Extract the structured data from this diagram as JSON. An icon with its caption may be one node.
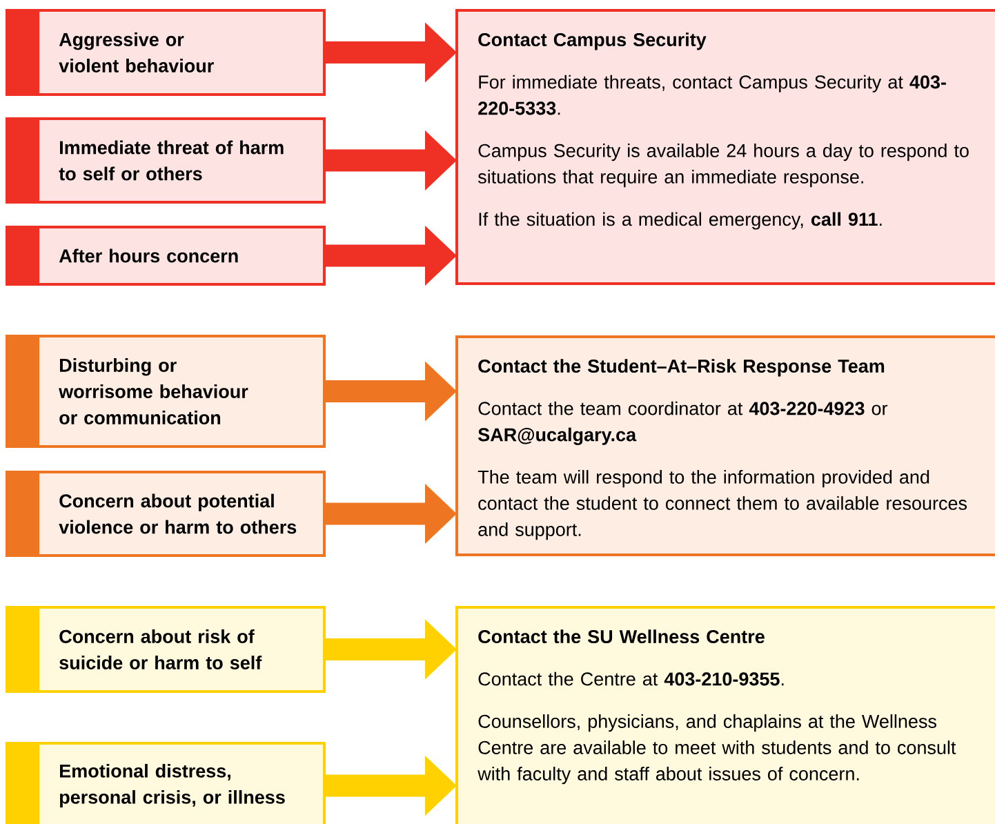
{
  "diagram": {
    "nodes": [
      {
        "text": [
          "Aggressive or violent behaviour"
        ]
      },
      {
        "text": [
          "Immediate threat of harm to self or others"
        ]
      },
      {
        "text": [
          "After hours concern"
        ]
      },
      {
        "text": [
          "Contact Campus Security",
          "For immediate threats, contact Campus Security at **403-220-5333**.",
          "Campus Security is available 24 hours a day to respond to situations that require an immediate response.",
          "If the situation is a medical emergency, **call 911**."
        ]
      },
      {
        "text": [
          "Disturbing or worrisome behaviour or communication"
        ]
      },
      {
        "text": [
          "Concern about potential violence or harm to others"
        ]
      },
      {
        "text": [
          "Contact the Student–At–Risk Response Team",
          "Contact the team coordinator at **403-220-4923** or **SAR@ucalgary.ca**",
          "The team will respond to the information provided and contact the student to connect them to available resources and support."
        ]
      },
      {
        "text": [
          "Concern about risk of suicide or harm to self"
        ]
      },
      {
        "text": [
          "Emotional distress, personal crisis, or illness"
        ]
      },
      {
        "text": [
          "Contact the SU Wellness Centre",
          "Contact the Centre at **403-210-9355**.",
          "Counsellors, physicians, and chaplains at the Wellness Centre are available to meet with students and to consult with faculty and staff about issues of concern."
        ]
      }
    ],
    "edges": [
      {
        "from": 0,
        "to": 3,
        "arrow": "to"
      },
      {
        "from": 1,
        "to": 3,
        "arrow": "to"
      },
      {
        "from": 2,
        "to": 3,
        "arrow": "to"
      },
      {
        "from": 4,
        "to": 6,
        "arrow": "to",
        "color": "#ee7623"
      },
      {
        "from": 5,
        "to": 6,
        "arrow": "to",
        "color": "#ee7623"
      },
      {
        "from": 7,
        "to": 9,
        "arrow": "to",
        "color": "#ffd100"
      },
      {
        "from": 8,
        "to": 9,
        "arrow": "to",
        "color": "#ffd100"
      }
    ]
  }
}
